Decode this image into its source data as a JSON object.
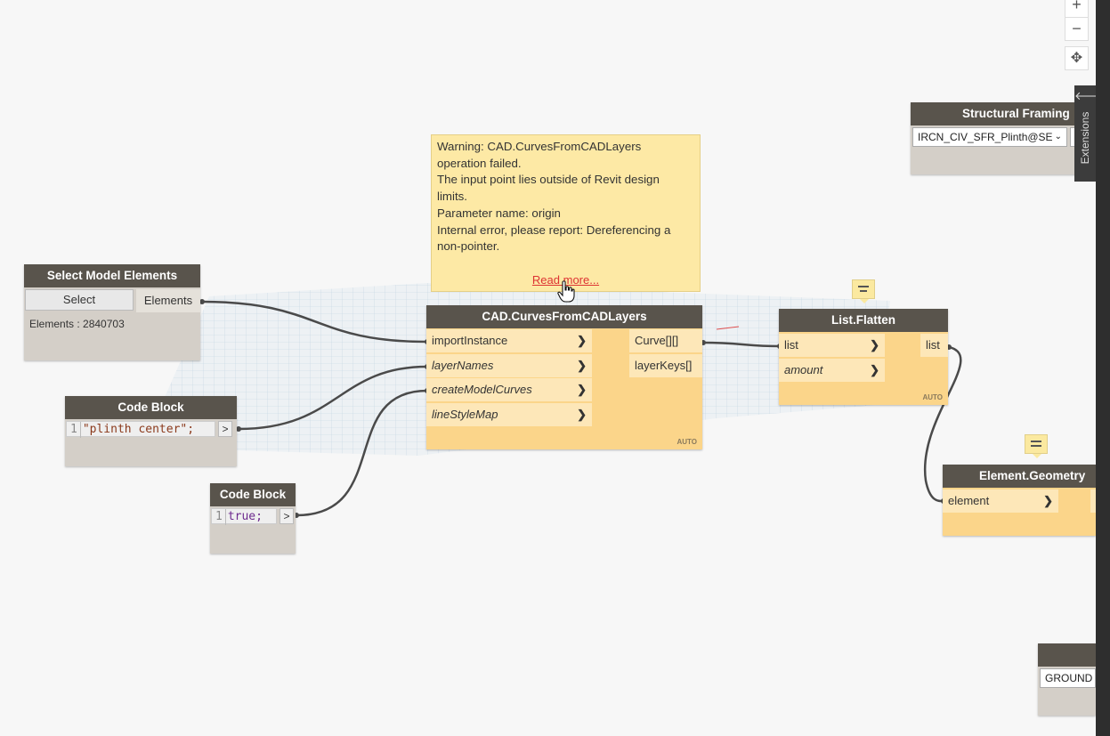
{
  "tooltip": {
    "lines": [
      "Warning: CAD.CurvesFromCADLayers",
      "operation failed.",
      "The input point lies outside of Revit design",
      "limits.",
      "Parameter name: origin",
      "Internal error, please report: Dereferencing a",
      "non-pointer."
    ],
    "read_more": "Read more..."
  },
  "nodes": {
    "select_model": {
      "title": "Select Model Elements",
      "button": "Select",
      "output": "Elements",
      "info": "Elements : 2840703"
    },
    "code_block_1": {
      "title": "Code Block",
      "line_no": "1",
      "code": "\"plinth center\";",
      "out": ">"
    },
    "code_block_2": {
      "title": "Code Block",
      "line_no": "1",
      "code": "true;",
      "out": ">"
    },
    "cad": {
      "title": "CAD.CurvesFromCADLayers",
      "inputs": [
        "importInstance",
        "layerNames",
        "createModelCurves",
        "lineStyleMap"
      ],
      "outputs": [
        "Curve[][]",
        "layerKeys[]"
      ],
      "lacing": "AUTO"
    },
    "flatten": {
      "title": "List.Flatten",
      "inputs": [
        "list",
        "amount"
      ],
      "outputs": [
        "list"
      ],
      "lacing": "AUTO"
    },
    "geometry": {
      "title": "Element.Geometry",
      "inputs": [
        "element"
      ]
    },
    "structural": {
      "title": "Structural Framing",
      "selected": "IRCN_CIV_SFR_Plinth@SE"
    },
    "level": {
      "value": "GROUND"
    }
  },
  "zoom": {
    "plus": "+",
    "minus": "−",
    "pan": "✥"
  },
  "extensions": {
    "label": "Extensions",
    "arrow": "🡐"
  },
  "colors": {
    "header": "#59544c",
    "node_body": "#d4cfc8",
    "warning_body": "#fbd58a",
    "port": "#fde7b8",
    "tooltip": "#fde9a5",
    "wire": "#4a4a4a"
  }
}
